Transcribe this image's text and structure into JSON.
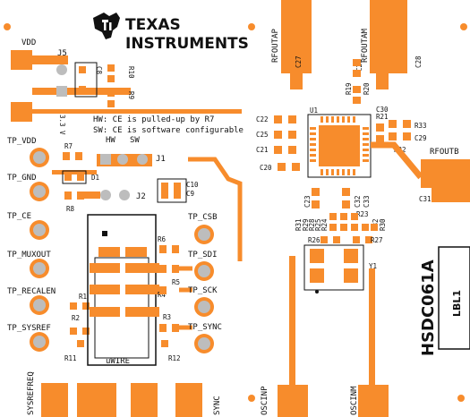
{
  "brand": {
    "line1": "TEXAS",
    "line2": "INSTRUMENTS"
  },
  "colors": {
    "copper": "#f78c2c",
    "silkscreen": "#111111",
    "board": "#ffffff",
    "pin": "#bdbdbd"
  },
  "icons": {
    "logo": "ti-logo-icon"
  },
  "labels": {
    "vdd": "VDD",
    "j5": "J5",
    "j1": "J1",
    "j2": "J2",
    "c8": "C8",
    "r10": "R10",
    "r9": "R9",
    "v33": "3.3 V",
    "hw_note": "HW: CE is pulled-up by R7",
    "sw_note": "SW: CE is software configurable",
    "hw": "HW",
    "sw": "SW",
    "tp_vdd": "TP_VDD",
    "tp_gnd": "TP_GND",
    "tp_ce": "TP_CE",
    "tp_muxout": "TP_MUXOUT",
    "tp_recalen": "TP_RECALEN",
    "tp_sysref": "TP_SYSREF",
    "tp_csb": "TP_CSB",
    "tp_sdi": "TP_SDI",
    "tp_sck": "TP_SCK",
    "tp_sync": "TP_SYNC",
    "r7": "R7",
    "d1": "D1",
    "r8": "R8",
    "r1": "R1",
    "r2": "R2",
    "r11": "R11",
    "r6": "R6",
    "r5": "R5",
    "r4": "R4",
    "r3": "R3",
    "r12": "R12",
    "c10": "C10",
    "c9": "C9",
    "uwire": "uWIRE",
    "sysrefreq": "SYSREFREQ",
    "sync": "SYNC",
    "rfoutap": "RFOUTAP",
    "rfoutam": "RFOUTAM",
    "rfoutb": "RFOUTB",
    "c27": "C27",
    "c28": "C28",
    "c26": "C26",
    "r19": "R19",
    "r20": "R20",
    "u1": "U1",
    "c22": "C22",
    "c25": "C25",
    "c21": "C21",
    "c20": "C20",
    "c30": "C30",
    "r21": "R21",
    "r33": "R33",
    "c29": "C29",
    "r22": "R22",
    "c31": "C31",
    "c23": "C23",
    "c32": "C32",
    "c33": "C33",
    "r31": "R31",
    "r29": "R29",
    "r28": "R28",
    "r25": "R25",
    "r24": "R24",
    "r23": "R23",
    "r32": "R32",
    "r30": "R30",
    "r26": "R26",
    "r27": "R27",
    "y1": "Y1",
    "oscinp": "OSCINP",
    "oscinm": "OSCINM",
    "hsdc": "HSDC061A",
    "lbl1": "LBL1"
  }
}
